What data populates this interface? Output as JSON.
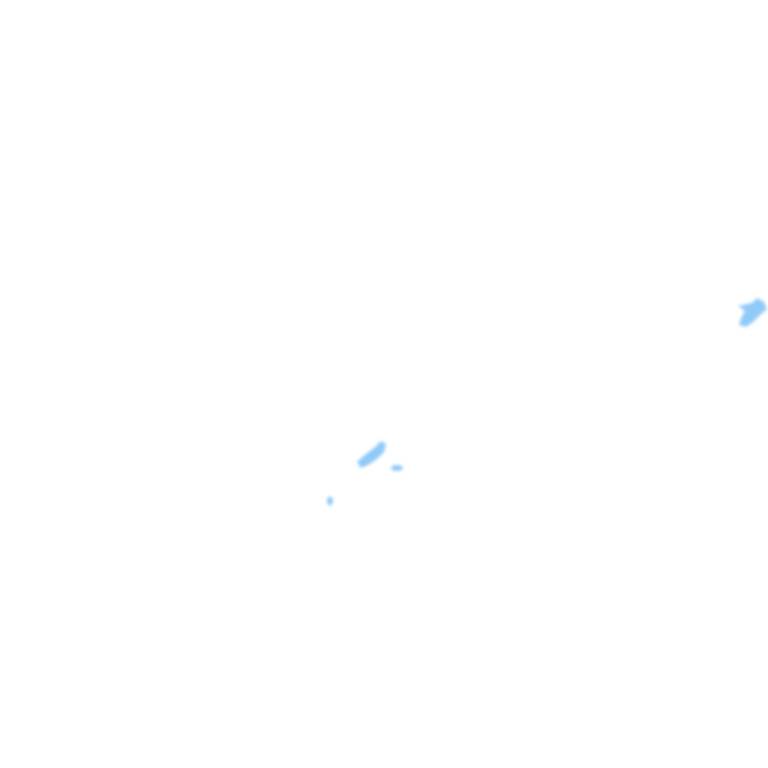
{
  "map": {
    "background_color": "#ffffff",
    "feature_color": "#90caf9",
    "feature_blur": "soft",
    "features": [
      {
        "name": "water-patch-east"
      },
      {
        "name": "water-patch-center"
      },
      {
        "name": "water-patch-center-small"
      },
      {
        "name": "water-patch-south-dot"
      }
    ]
  }
}
